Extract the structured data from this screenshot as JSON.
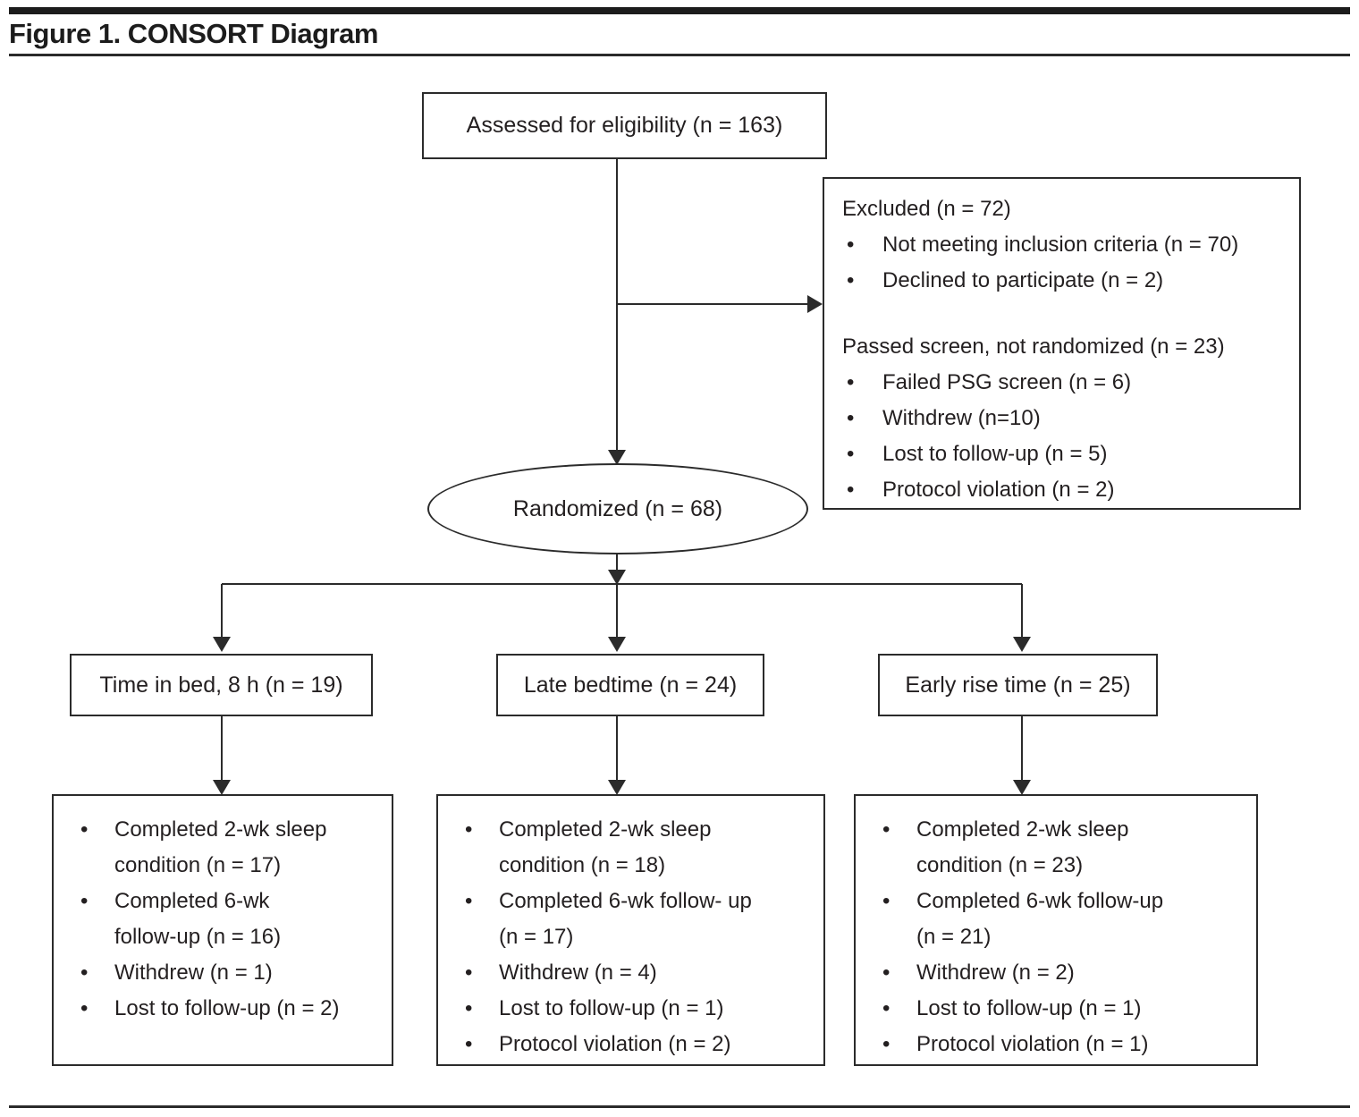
{
  "title": "Figure 1. CONSORT Diagram",
  "bullet_char": "•",
  "colors": {
    "line": "#2b2b2b",
    "text": "#231f20",
    "rule": "#1c1c1c",
    "background": "#ffffff"
  },
  "diagram": {
    "assessed": {
      "label": "Assessed for eligibility (n = 163)"
    },
    "excluded": {
      "heading": "Excluded (n = 72)",
      "items": [
        "Not meeting inclusion criteria (n = 70)",
        "Declined to participate (n = 2)"
      ],
      "subheading": "Passed screen, not randomized (n = 23)",
      "sub_items": [
        "Failed PSG screen (n = 6)",
        "Withdrew (n=10)",
        "Lost to follow-up (n = 5)",
        "Protocol violation (n = 2)"
      ]
    },
    "randomized": {
      "label": "Randomized (n = 68)"
    },
    "arms": [
      {
        "label": "Time in bed, 8 h (n = 19)",
        "outcomes": [
          "Completed 2-wk sleep condition (n = 17)",
          "Completed 6-wk follow-up (n = 16)",
          "Withdrew (n = 1)",
          "Lost to follow-up (n = 2)"
        ]
      },
      {
        "label": "Late bedtime (n = 24)",
        "outcomes": [
          "Completed 2-wk sleep condition (n = 18)",
          "Completed 6-wk follow- up (n = 17)",
          "Withdrew (n = 4)",
          "Lost to follow-up (n = 1)",
          "Protocol violation (n = 2)"
        ]
      },
      {
        "label": "Early rise time (n = 25)",
        "outcomes": [
          "Completed 2-wk sleep condition (n = 23)",
          "Completed 6-wk follow-up (n = 21)",
          "Withdrew (n = 2)",
          "Lost to follow-up (n = 1)",
          "Protocol violation (n = 1)"
        ]
      }
    ]
  }
}
